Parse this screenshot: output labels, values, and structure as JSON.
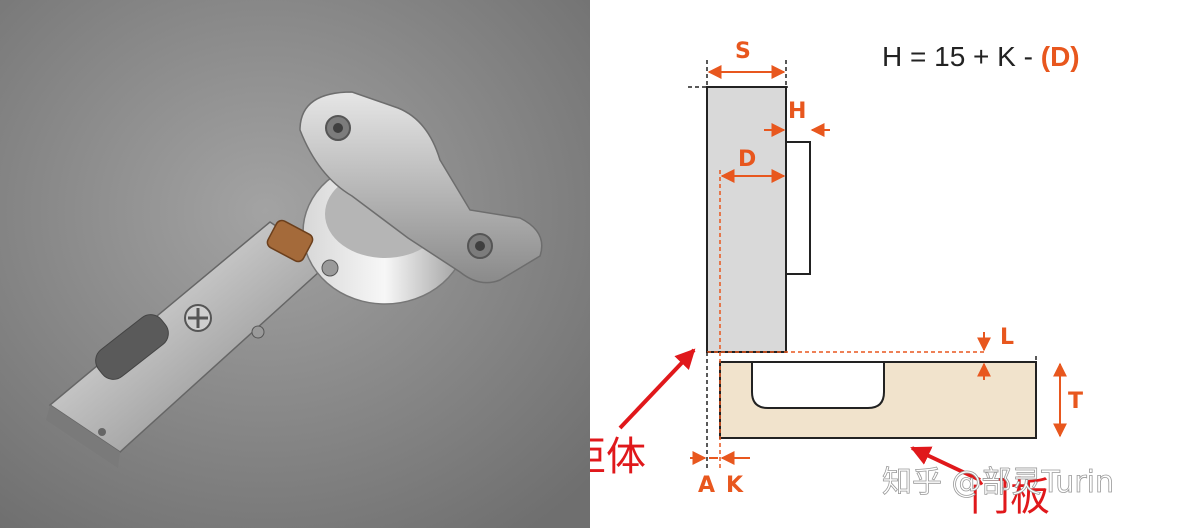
{
  "formula": {
    "prefix": "H = 15 + K - ",
    "highlight": "(D)"
  },
  "dimension_labels": {
    "s": "S",
    "h": "H",
    "d": "D",
    "l": "L",
    "t": "T",
    "a": "A",
    "k": "K"
  },
  "callouts": {
    "cabinet": "柜体",
    "door": "门板"
  },
  "watermark": "知乎 @部灵Turin",
  "colors": {
    "accent": "#e8571e",
    "callout_red": "#e0181b",
    "cabinet_fill": "#d9d9d9",
    "door_fill": "#f1e3cc",
    "photo_background": "#8f8f8f"
  }
}
